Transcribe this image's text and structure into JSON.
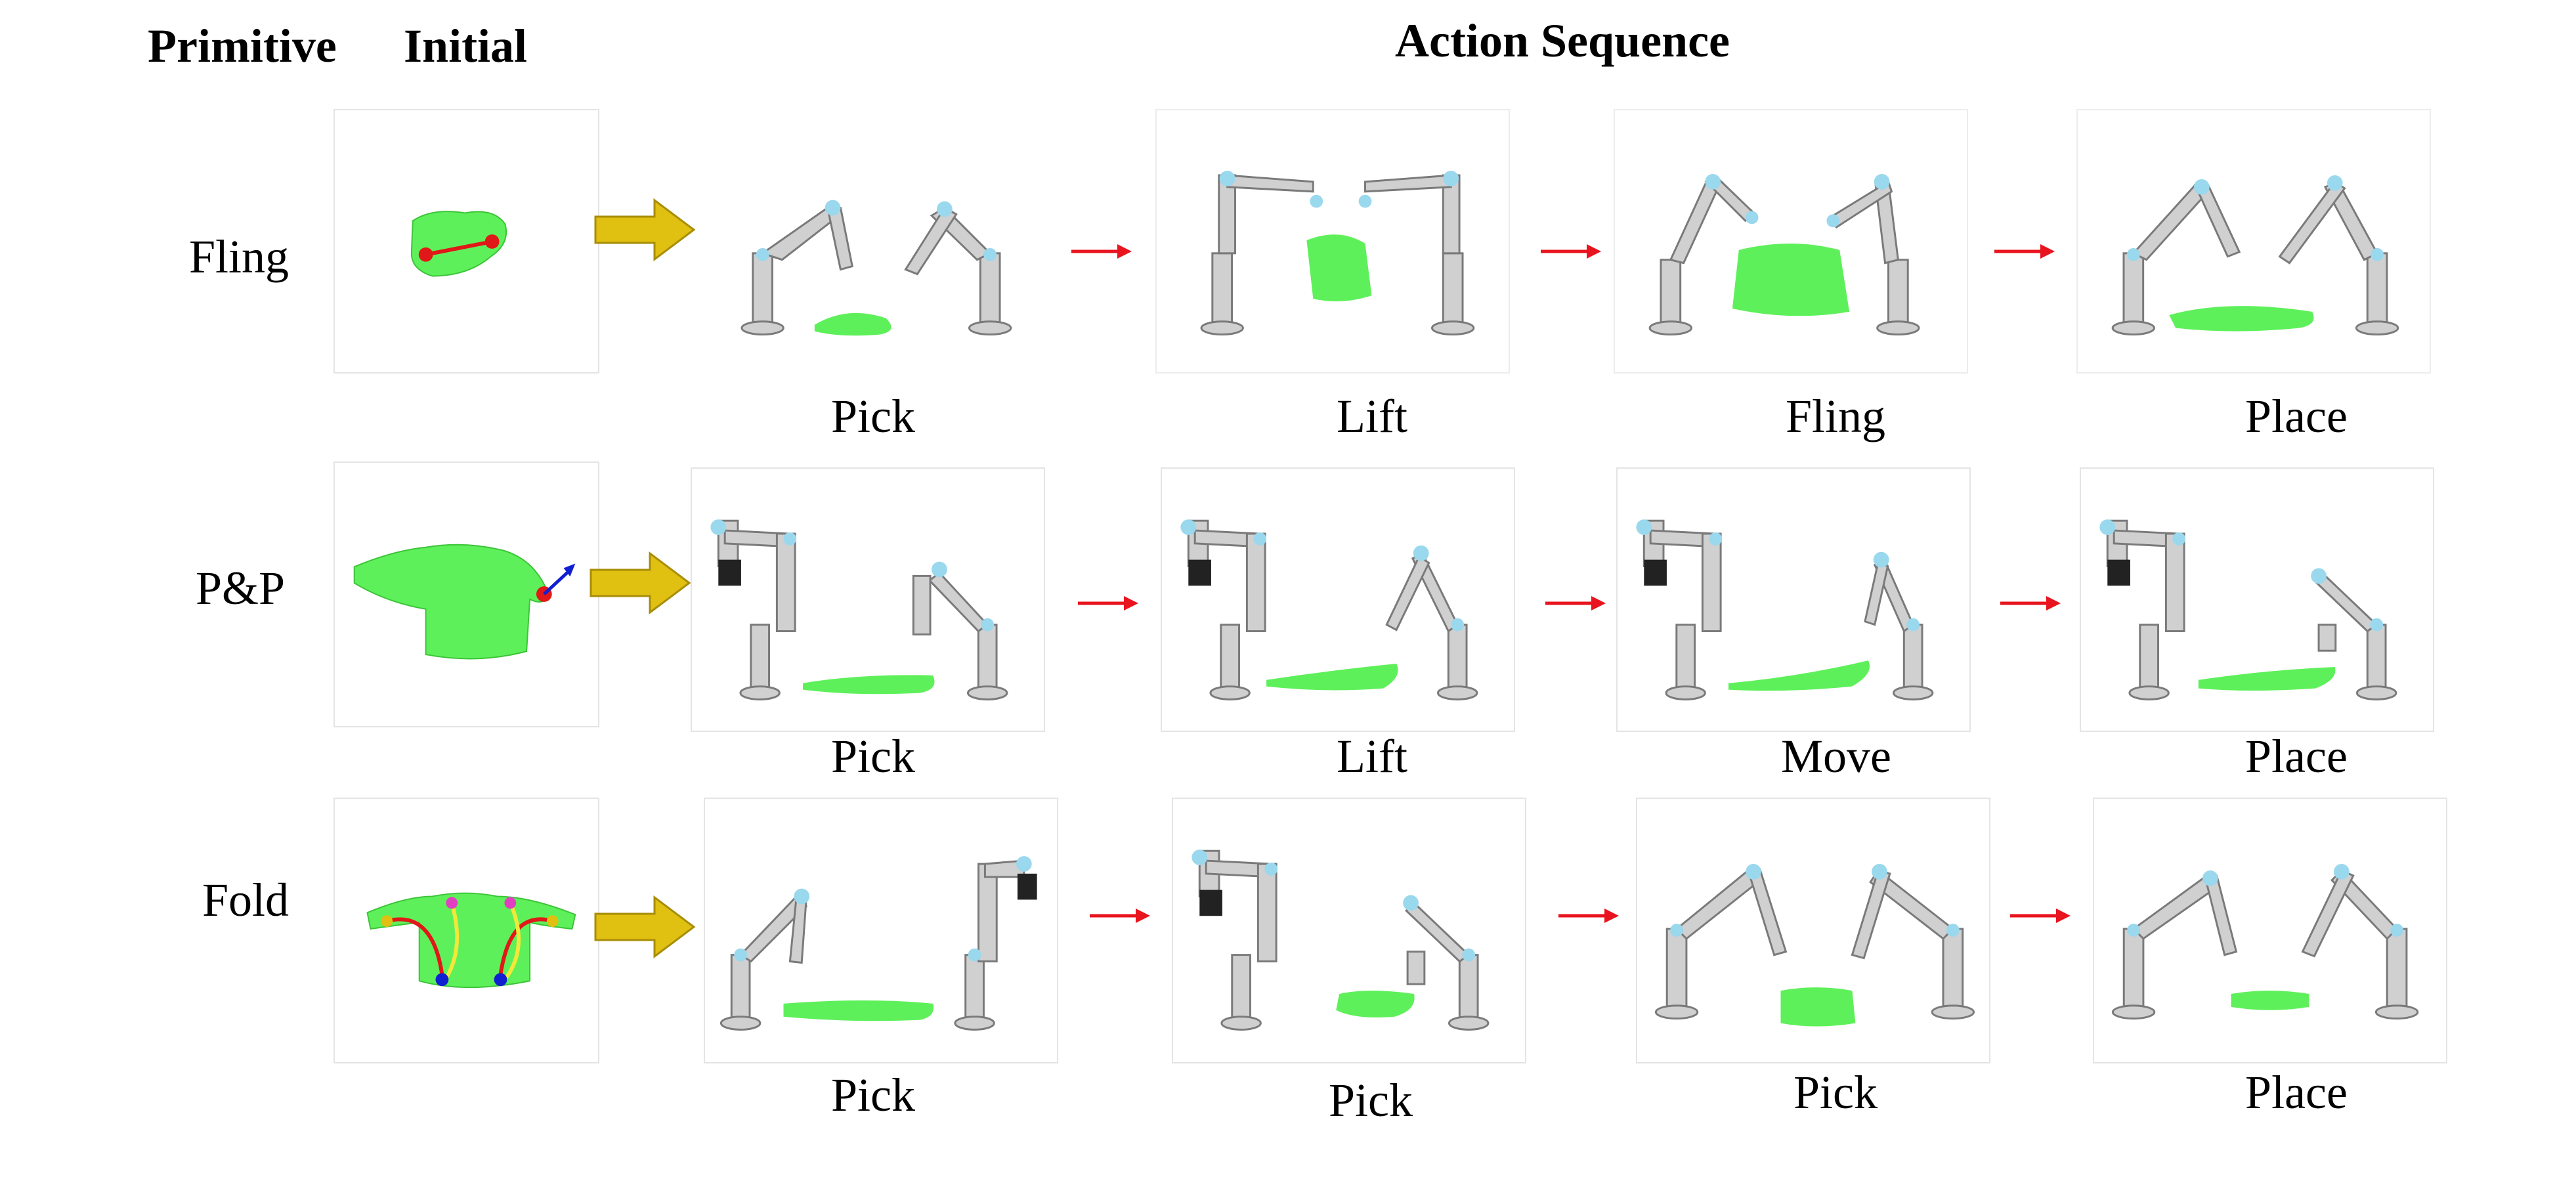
{
  "headers": {
    "primitive": "Primitive",
    "initial": "Initial",
    "action_sequence": "Action Sequence"
  },
  "rows": [
    {
      "label": "Fling",
      "captions": [
        "Pick",
        "Lift",
        "Fling",
        "Place"
      ]
    },
    {
      "label": "P&P",
      "captions": [
        "Pick",
        "Lift",
        "Move",
        "Place"
      ]
    },
    {
      "label": "Fold",
      "captions": [
        "Pick",
        "Pick",
        "Pick",
        "Place"
      ]
    }
  ],
  "colors": {
    "cloth": "#5ef05a",
    "big_arrow": "#e0c010",
    "red_arrow": "#e8141e",
    "robot_joint": "#9ad8ee",
    "pick_point": "#e01818",
    "direction_arrow": "#1020d0"
  }
}
